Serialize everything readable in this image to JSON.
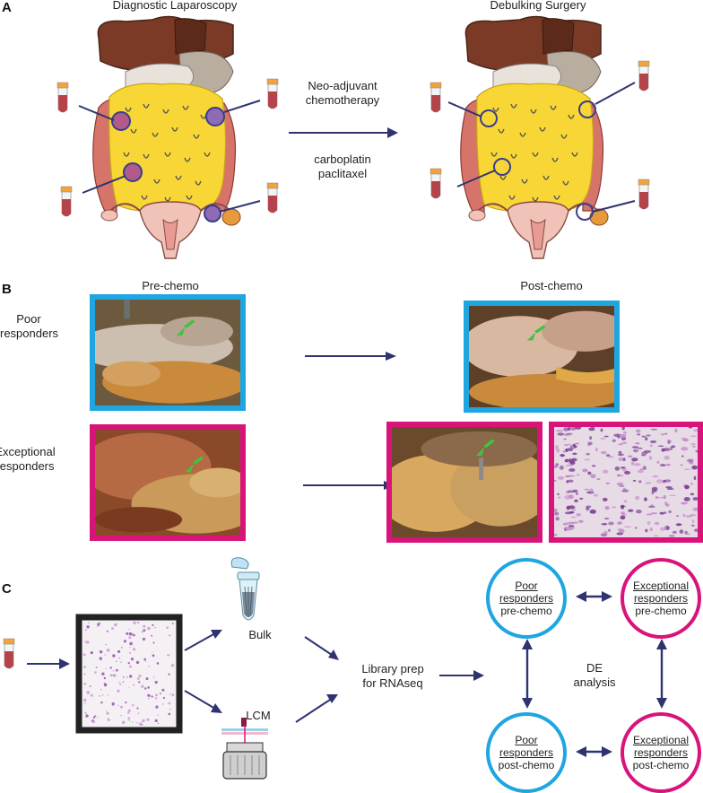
{
  "panel_a": {
    "letter": "A",
    "left_title": "Diagnostic Laparoscopy",
    "right_title": "Debulking Surgery",
    "arrow_top_label_1": "Neo-adjuvant",
    "arrow_top_label_2": "chemotherapy",
    "arrow_bottom_label_1": "carboplatin",
    "arrow_bottom_label_2": "paclitaxel"
  },
  "panel_b": {
    "letter": "B",
    "pre_title": "Pre-chemo",
    "post_title": "Post-chemo",
    "row1_label_1": "Poor",
    "row1_label_2": "responders",
    "row2_label_1": "Exceptional",
    "row2_label_2": "responders"
  },
  "panel_c": {
    "letter": "C",
    "bulk_label": "Bulk",
    "lcm_label": "LCM",
    "library_label_1": "Library prep",
    "library_label_2": "for RNAseq",
    "de_label_1": "DE",
    "de_label_2": "analysis",
    "nodes": [
      {
        "line1": "Poor",
        "line2": "responders",
        "line3": "pre-chemo"
      },
      {
        "line1": "Exceptional",
        "line2": "responders",
        "line3": "pre-chemo"
      },
      {
        "line1": "Poor",
        "line2": "responders",
        "line3": "post-chemo"
      },
      {
        "line1": "Exceptional",
        "line2": "responders",
        "line3": "post-chemo"
      }
    ]
  },
  "colors": {
    "poor_blue": "#1fa6e0",
    "exceptional_magenta": "#d8147b",
    "arrow_navy": "#2f3470"
  }
}
